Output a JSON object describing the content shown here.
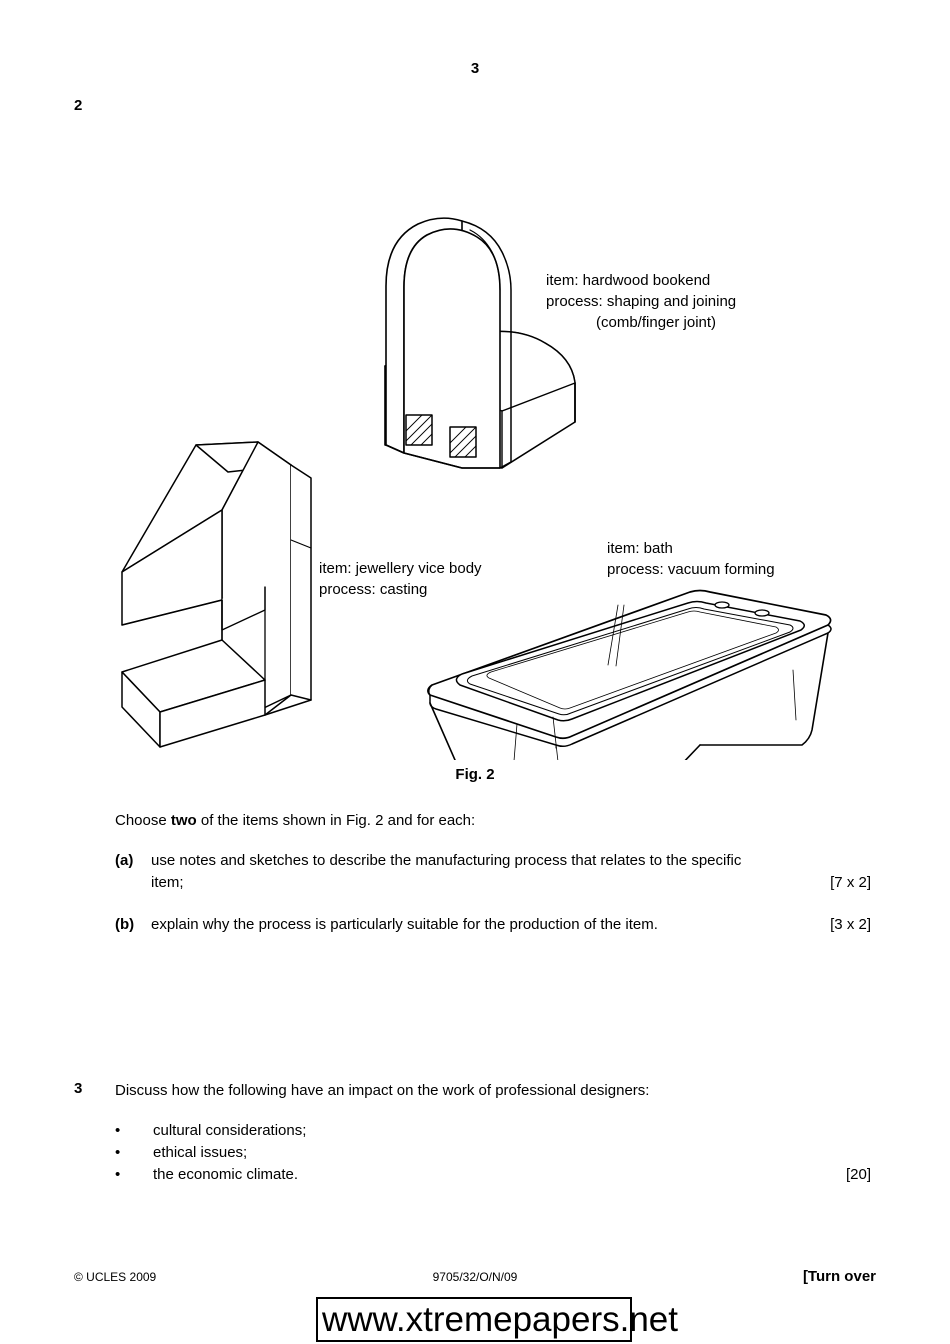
{
  "header": {
    "page_number": "3",
    "question_number": "2"
  },
  "figure": {
    "label": "Fig. 2",
    "captions": {
      "bookend": "item: hardwood bookend\nprocess: shaping and joining\n            (comb/finger joint)",
      "vice": "item: jewellery vice body\nprocess: casting",
      "bath": "item: bath\nprocess: vacuum forming"
    },
    "items": [
      {
        "name": "hardwood bookend",
        "process": "shaping and joining (comb/finger joint)"
      },
      {
        "name": "jewellery vice body",
        "process": "casting"
      },
      {
        "name": "bath",
        "process": "vacuum forming"
      }
    ]
  },
  "question2": {
    "stem_before": "Choose ",
    "stem_bold": "two",
    "stem_after": " of the items shown in Fig. 2 and for each:",
    "parts": [
      {
        "tag": "(a)",
        "text_line1": "use notes and sketches to describe the manufacturing process that relates to the specific",
        "text_line2": "item;",
        "marks": "[7 x 2]"
      },
      {
        "tag": "(b)",
        "text": "explain why the process is particularly suitable for the production of the item.",
        "marks": "[3 x 2]"
      }
    ]
  },
  "question3": {
    "number": "3",
    "text": "Discuss how the following have an impact on the work of professional designers:",
    "bullet_glyph": "•",
    "bullets": [
      "cultural considerations;",
      "ethical issues;",
      "the economic climate."
    ],
    "marks": "[20]"
  },
  "footer": {
    "copyright": "© UCLES 2009",
    "paper_code": "9705/32/O/N/09",
    "turn_over": "[Turn over"
  },
  "watermark": {
    "url": "www.xtremepapers.net"
  },
  "colors": {
    "ink": "#000000",
    "paper": "#ffffff"
  }
}
